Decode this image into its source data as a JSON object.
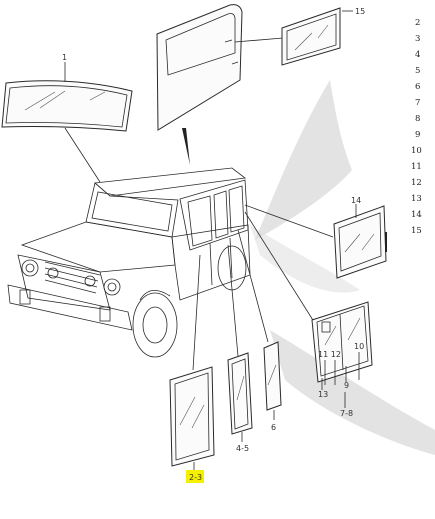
{
  "colors": {
    "background": "#ffffff",
    "line": "#2a2a2a",
    "watermark": "#d9d9d9",
    "highlight": "#f5f000"
  },
  "callouts": {
    "c1": "1",
    "c15": "15",
    "c14": "14",
    "c10": "10",
    "c11_12": "11 12",
    "c9": "9",
    "c13": "13",
    "c7_8": "7-8",
    "c6": "6",
    "c4_5": "4-5",
    "c2_3": "2-3"
  },
  "index_column": [
    "2",
    "3",
    "4",
    "5",
    "6",
    "7",
    "8",
    "9",
    "10",
    "11",
    "12",
    "13",
    "14",
    "15"
  ]
}
